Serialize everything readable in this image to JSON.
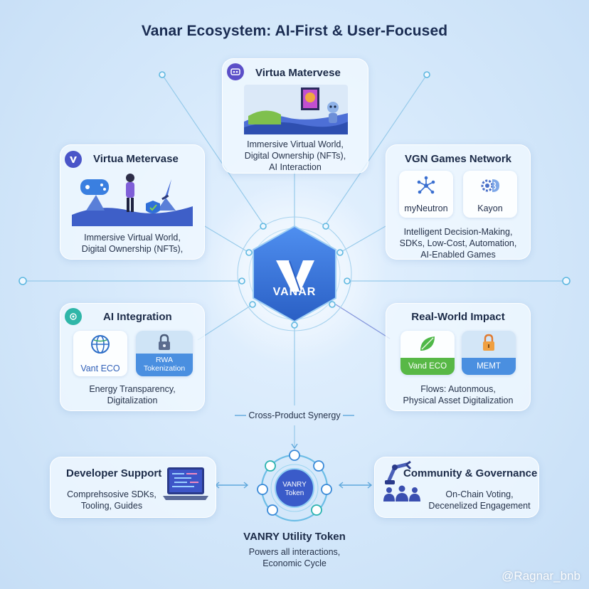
{
  "title": "Vanar Ecosystem: AI-First & User-Focused",
  "colors": {
    "accent_blue": "#3b6fd8",
    "hexagon": "#3d7ddf",
    "line": "#5fb8e0",
    "green_band": "#58b846",
    "blue_band": "#4a8fe0"
  },
  "top_card": {
    "title": "Virtua Matervese",
    "icon": "metaverse-badge-icon",
    "description": "Immersive Virtual World,\nDigital Ownership (NFTs),\nAI Interaction"
  },
  "left_card": {
    "title": "Virtua Metervase",
    "icon": "v-logo-icon",
    "description": "Immersive Virtual World,\nDigital Ownership (NFTs),"
  },
  "right_card": {
    "title": "VGN Games Network",
    "tiles": [
      {
        "label": "myNeutron",
        "icon": "network-nodes-icon"
      },
      {
        "label": "Kayon",
        "icon": "gear-brain-icon"
      }
    ],
    "description": "Intelligent Decision-Making,\nSDKs, Low-Cost, Automation,\nAI-Enabled Games"
  },
  "ai_card": {
    "title": "AI Integration",
    "icon": "ai-chip-icon",
    "tiles": [
      {
        "label": "Vant ECO",
        "icon": "globe-icon"
      },
      {
        "label": "RWA\nTokenization",
        "icon": "lock-icon"
      }
    ],
    "description": "Energy Transparency,\nDigitalization"
  },
  "impact_card": {
    "title": "Real-World Impact",
    "tiles": [
      {
        "label": "Vand ECO",
        "icon": "leaf-icon"
      },
      {
        "label": "MEMT",
        "icon": "padlock-icon"
      }
    ],
    "description": "Flows: Autonmous,\nPhysical Asset Digitalization"
  },
  "center": {
    "label": "VANAR"
  },
  "synergy": {
    "label": "Cross-Product Synergy"
  },
  "developer_card": {
    "title": "Developer Support",
    "description": "Comprehsosive SDKs,\nTooling, Guides",
    "icon": "laptop-code-icon"
  },
  "community_card": {
    "title": "Community & Governance",
    "description": "On-Chain Voting,\nDecenelized Engagement",
    "icon": "robot-arm-people-icon"
  },
  "token": {
    "inner_label": "VANRY\nToken",
    "title": "VANRY Utility Token",
    "description": "Powers all interactions,\nEconomic Cycle"
  },
  "watermark": "@Ragnar_bnb"
}
